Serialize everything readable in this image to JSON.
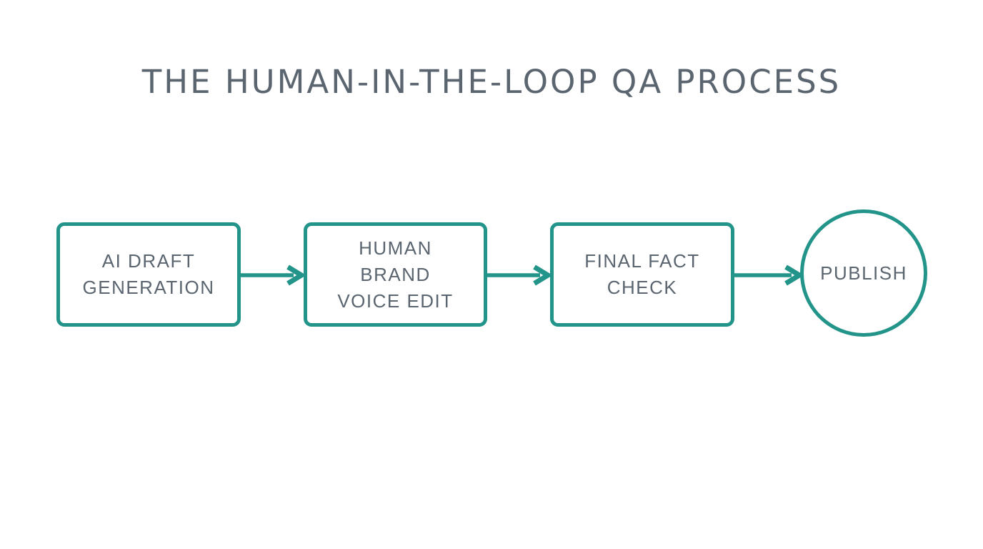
{
  "title": "THE HUMAN-IN-THE-LOOP QA PROCESS",
  "colors": {
    "accent": "#229489",
    "text": "#5b6570",
    "background": "#ffffff"
  },
  "flow": {
    "nodes": [
      {
        "id": "ai-draft-generation",
        "shape": "rectangle",
        "label": "AI DRAFT\nGENERATION"
      },
      {
        "id": "human-brand-voice-edit",
        "shape": "rectangle",
        "label": "HUMAN\nBRAND\nVOICE EDIT"
      },
      {
        "id": "final-fact-check",
        "shape": "rectangle",
        "label": "FINAL FACT\nCHECK"
      },
      {
        "id": "publish",
        "shape": "circle",
        "label": "PUBLISH"
      }
    ],
    "connectors": [
      {
        "from": "ai-draft-generation",
        "to": "human-brand-voice-edit",
        "style": "arrow-right"
      },
      {
        "from": "human-brand-voice-edit",
        "to": "final-fact-check",
        "style": "arrow-right"
      },
      {
        "from": "final-fact-check",
        "to": "publish",
        "style": "arrow-right"
      }
    ]
  }
}
